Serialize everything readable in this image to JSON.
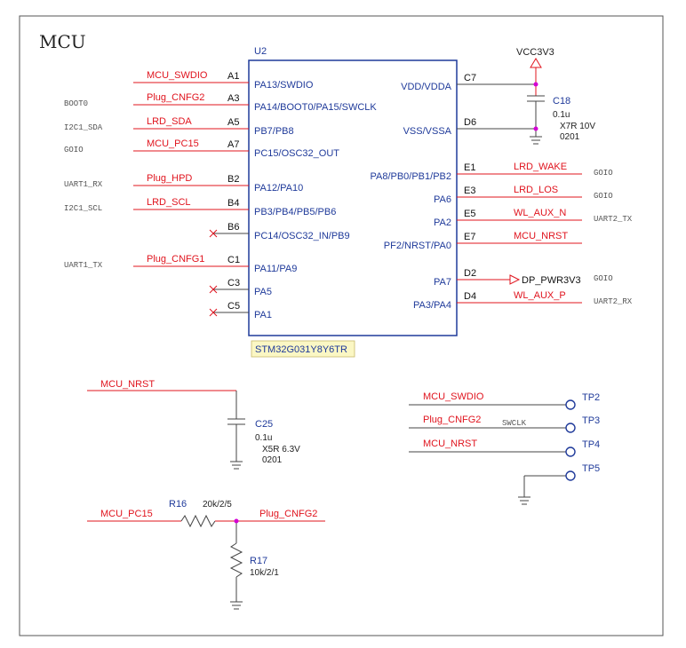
{
  "title": "MCU",
  "colors": {
    "net": "#e0141e",
    "pin": "#1f3a9a",
    "part": "#1f3a9a",
    "power": "#e0141e",
    "junction": "#d400d4",
    "chip_label_bg": "#fbf7c4"
  },
  "mcu": {
    "ref": "U2",
    "part": "STM32G031Y8Y6TR",
    "left_pins": [
      {
        "num": "A1",
        "name": "PA13/SWDIO",
        "net": "MCU_SWDIO",
        "side_label": ""
      },
      {
        "num": "A3",
        "name": "PA14/BOOT0/PA15/SWCLK",
        "net": "Plug_CNFG2",
        "side_label": "BOOT0"
      },
      {
        "num": "A5",
        "name": "PB7/PB8",
        "net": "LRD_SDA",
        "side_label": "I2C1_SDA"
      },
      {
        "num": "A7",
        "name": "PC15/OSC32_OUT",
        "net": "MCU_PC15",
        "side_label": "GOIO"
      },
      {
        "num": "B2",
        "name": "PA12/PA10",
        "net": "Plug_HPD",
        "side_label": "UART1_RX"
      },
      {
        "num": "B4",
        "name": "PB3/PB4/PB5/PB6",
        "net": "LRD_SCL",
        "side_label": "I2C1_SCL"
      },
      {
        "num": "B6",
        "name": "PC14/OSC32_IN/PB9",
        "net": "",
        "side_label": ""
      },
      {
        "num": "C1",
        "name": "PA11/PA9",
        "net": "Plug_CNFG1",
        "side_label": "UART1_TX"
      },
      {
        "num": "C3",
        "name": "PA5",
        "net": "",
        "side_label": ""
      },
      {
        "num": "C5",
        "name": "PA1",
        "net": "",
        "side_label": ""
      }
    ],
    "right_pins": [
      {
        "num": "C7",
        "name": "VDD/VDDA",
        "net": "",
        "side_label": ""
      },
      {
        "num": "D6",
        "name": "VSS/VSSA",
        "net": "",
        "side_label": ""
      },
      {
        "num": "E1",
        "name": "PA8/PB0/PB1/PB2",
        "net": "LRD_WAKE",
        "side_label": "GOIO"
      },
      {
        "num": "E3",
        "name": "PA6",
        "net": "LRD_LOS",
        "side_label": "GOIO"
      },
      {
        "num": "E5",
        "name": "PA2",
        "net": "WL_AUX_N",
        "side_label": "UART2_TX"
      },
      {
        "num": "E7",
        "name": "PF2/NRST/PA0",
        "net": "MCU_NRST",
        "side_label": ""
      },
      {
        "num": "D2",
        "name": "PA7",
        "net": "DP_PWR3V3",
        "side_label": "GOIO"
      },
      {
        "num": "D4",
        "name": "PA3/PA4",
        "net": "WL_AUX_P",
        "side_label": "UART2_RX"
      }
    ]
  },
  "power_net": "VCC3V3",
  "c18": {
    "ref": "C18",
    "value": "0.1u",
    "spec": "X7R 10V",
    "package": "0201"
  },
  "c25": {
    "ref": "C25",
    "value": "0.1u",
    "spec": "X5R 6.3V",
    "package": "0201",
    "net": "MCU_NRST"
  },
  "divider": {
    "r16_ref": "R16",
    "r16_value": "20k/2/5",
    "r17_ref": "R17",
    "r17_value": "10k/2/1",
    "in_net": "MCU_PC15",
    "out_net": "Plug_CNFG2"
  },
  "test_points": [
    {
      "ref": "TP2",
      "net": "MCU_SWDIO",
      "note": ""
    },
    {
      "ref": "TP3",
      "net": "Plug_CNFG2",
      "note": "SWCLK"
    },
    {
      "ref": "TP4",
      "net": "MCU_NRST",
      "note": ""
    },
    {
      "ref": "TP5",
      "net": "",
      "note": ""
    }
  ]
}
